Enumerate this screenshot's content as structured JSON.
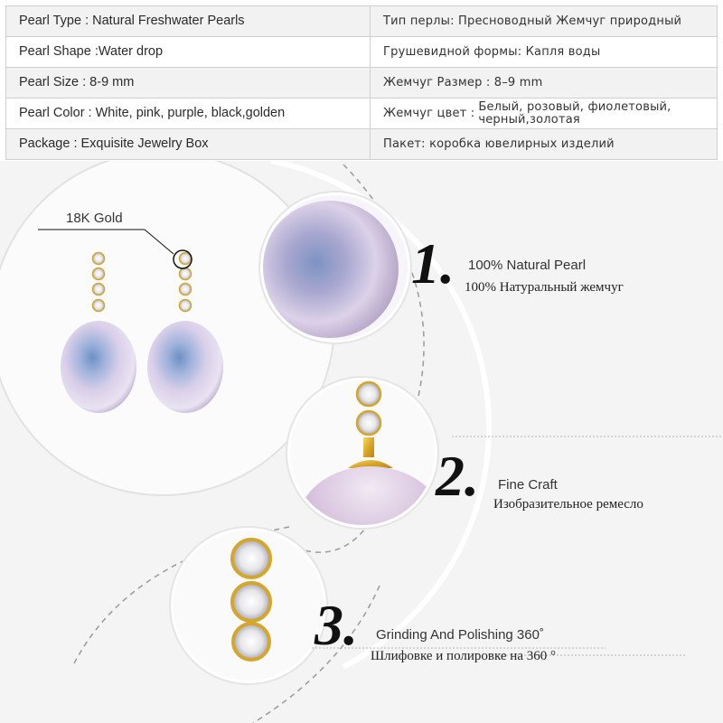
{
  "specs": [
    {
      "en": "Pearl Type : Natural Freshwater Pearls",
      "ru": "Тип перлы: Пресноводный Жемчуг природный"
    },
    {
      "en": "Pearl Shape :Water drop",
      "ru": "Грушевидной формы: Капля воды"
    },
    {
      "en": "Pearl Size : 8-9 mm",
      "ru": "Жемчуг Размер : 8–9 mm"
    },
    {
      "en": "Pearl Color : White, pink, purple, black,golden",
      "ru_label": "Жемчуг цвет :",
      "ru_line1": "Белый, розовый, фиолетовый,",
      "ru_line2": "черный,золотая"
    },
    {
      "en": "Package : Exquisite Jewelry Box",
      "ru": "Пакет: коробка ювелирных изделий"
    }
  ],
  "product": {
    "gold_label": "18K Gold"
  },
  "features": [
    {
      "number": "1.",
      "en": "100% Natural Pearl",
      "ru": "100% Натуральный жемчуг"
    },
    {
      "number": "2.",
      "en": "Fine Craft",
      "ru": "Изобразительное ремесло"
    },
    {
      "number": "3.",
      "en": "Grinding And Polishing 360˚",
      "ru": "Шлифовке и полировке на 360 °"
    }
  ],
  "colors": {
    "gold": "#e0b53a",
    "pearl_edge": "#c9b8d8",
    "pearl_blue": "#7f98c6",
    "background": "#f4f4f4"
  }
}
